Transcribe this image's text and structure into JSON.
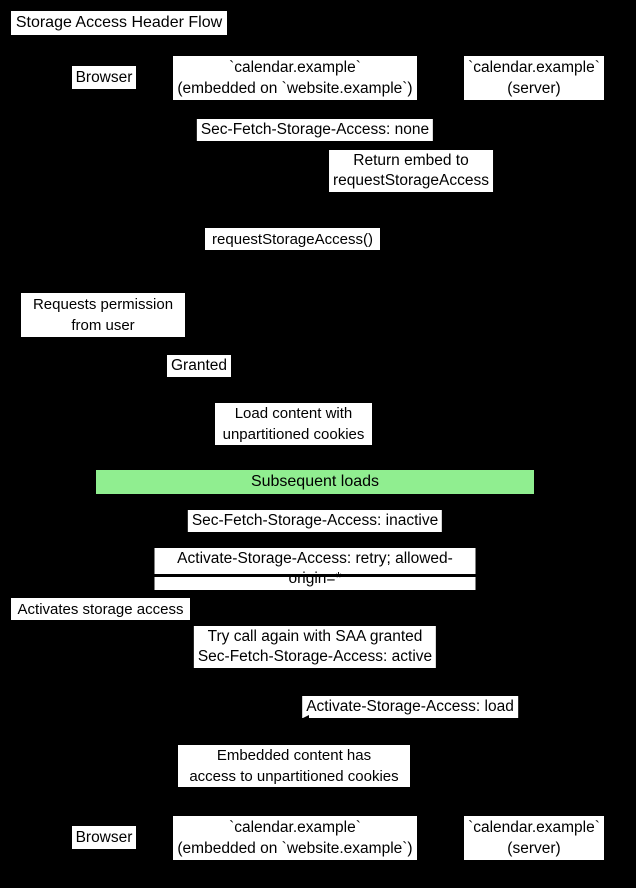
{
  "title": "Storage Access Header Flow",
  "participants": [
    {
      "id": "browser",
      "label": "Browser"
    },
    {
      "id": "embedded",
      "label": "`calendar.example`\n(embedded on `website.example`)"
    },
    {
      "id": "server",
      "label": "`calendar.example`\n(server)"
    }
  ],
  "messages": [
    {
      "label": "Sec-Fetch-Storage-Access: none",
      "from": "browser",
      "to": "server"
    },
    {
      "label": "Return embed to\nrequestStorageAccess",
      "from": "server",
      "to": "embedded"
    },
    {
      "label": "",
      "from": "embedded",
      "to": "browser"
    },
    {
      "label": "Granted",
      "from": "browser",
      "to": "embedded"
    },
    {
      "label": "Sec-Fetch-Storage-Access: inactive",
      "from": "browser",
      "to": "server"
    },
    {
      "label": "Activate-Storage-Access: retry; allowed-origin=*",
      "from": "server",
      "to": "browser"
    },
    {
      "label": "Try call again with SAA granted\nSec-Fetch-Storage-Access: active",
      "from": "browser",
      "to": "server"
    },
    {
      "label": "Activate-Storage-Access: load",
      "from": "server",
      "to": "embedded"
    }
  ],
  "notes": [
    {
      "label": "requestStorageAccess()",
      "over": "embedded"
    },
    {
      "label": "Requests permission\nfrom user",
      "over": "browser"
    },
    {
      "label": "Load content with\nunpartitioned cookies",
      "over": "embedded"
    },
    {
      "label": "Activates storage access",
      "over": "browser"
    },
    {
      "label": "Embedded content has\naccess to unpartitioned cookies",
      "over": "embedded"
    }
  ],
  "divider": {
    "label": "Subsequent loads"
  },
  "colors": {
    "background": "#000000",
    "line": "#000000",
    "box_fill": "#ffffff",
    "text": "#000000",
    "divider_fill": "#90ee90"
  }
}
